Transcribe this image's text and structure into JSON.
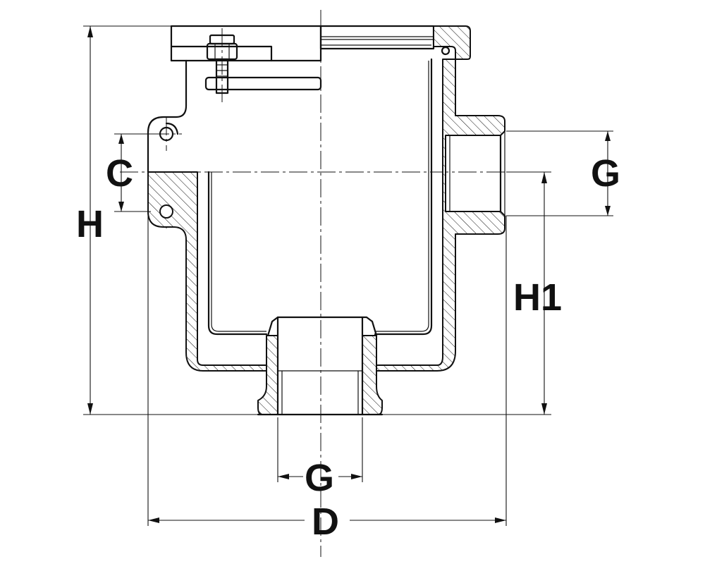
{
  "diagram": {
    "labels": {
      "h": "H",
      "c": "C",
      "g_side": "G",
      "h1": "H1",
      "g_bottom": "G",
      "d": "D"
    },
    "colors": {
      "line": "#111111",
      "background": "#ffffff"
    }
  }
}
